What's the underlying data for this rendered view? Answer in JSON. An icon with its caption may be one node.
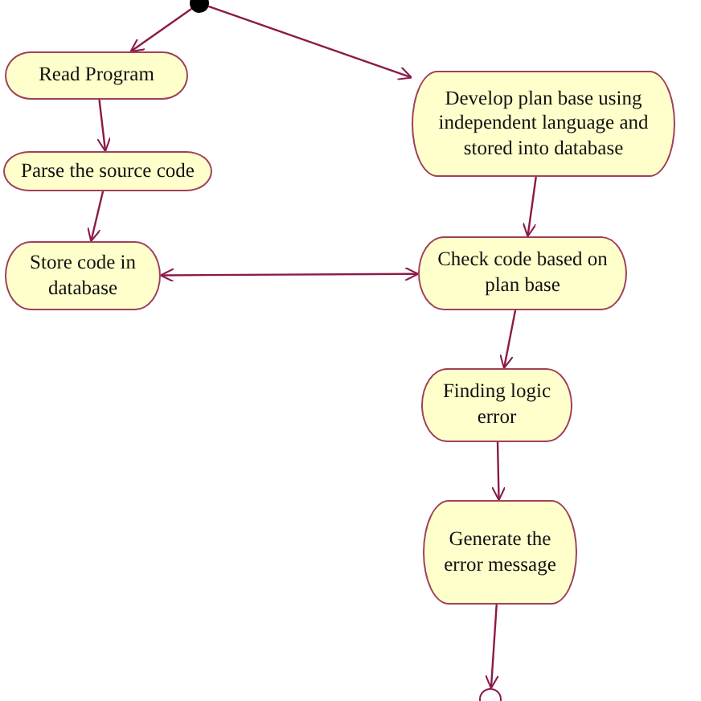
{
  "diagram": {
    "nodes": [
      {
        "text": [],
        "shape": "circle"
      },
      {
        "text": [
          "Read Program"
        ]
      },
      {
        "text": [
          "Parse the source code"
        ]
      },
      {
        "text": [
          "Store code in database"
        ]
      },
      {
        "text": [
          "Develop plan base using independent language and stored into database"
        ]
      },
      {
        "text": [
          "Check code based on plan base"
        ]
      },
      {
        "text": [
          "Finding logic error"
        ]
      },
      {
        "text": [
          "Generate the error message"
        ]
      },
      {
        "text": [],
        "shape": "circle"
      }
    ],
    "edges": [
      {
        "from": 0,
        "to": 1,
        "arrow": "to"
      },
      {
        "from": 0,
        "to": 4,
        "arrow": "to"
      },
      {
        "from": 1,
        "to": 2,
        "arrow": "to"
      },
      {
        "from": 2,
        "to": 3,
        "arrow": "to"
      },
      {
        "from": 3,
        "to": 5,
        "arrow": "both"
      },
      {
        "from": 4,
        "to": 5,
        "arrow": "to"
      },
      {
        "from": 5,
        "to": 6,
        "arrow": "to"
      },
      {
        "from": 6,
        "to": 7,
        "arrow": "to"
      },
      {
        "from": 7,
        "to": 8,
        "arrow": "to"
      }
    ]
  }
}
